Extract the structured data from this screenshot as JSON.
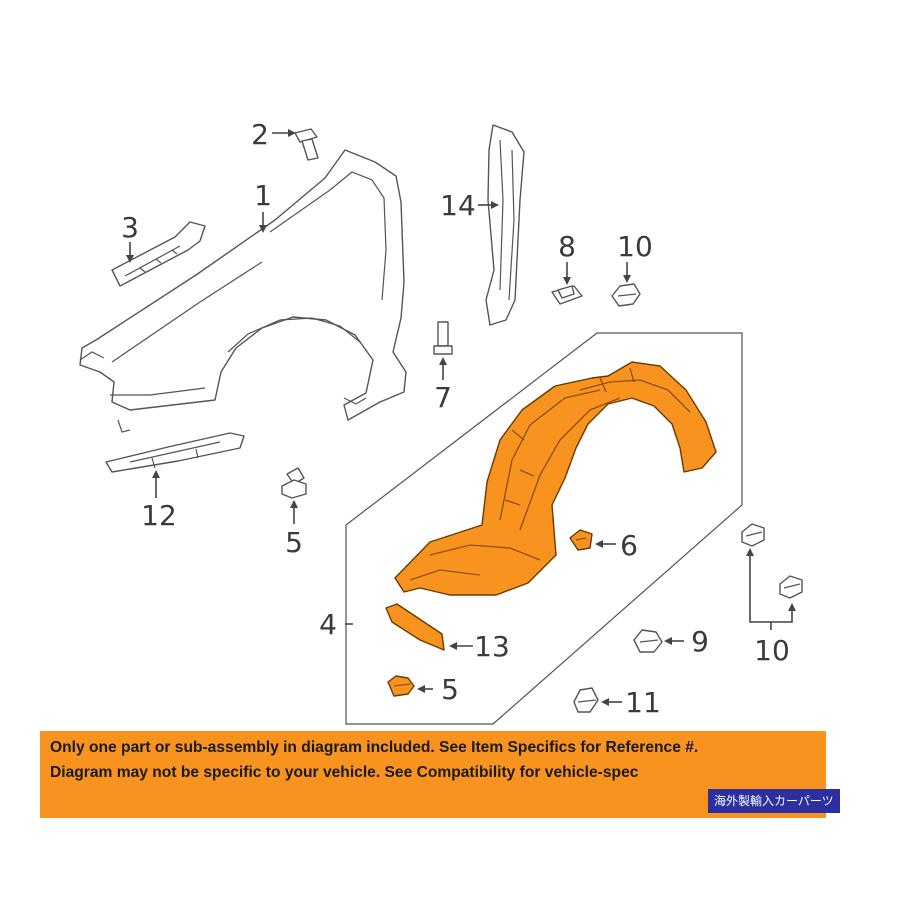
{
  "diagram": {
    "callouts": {
      "c1": "1",
      "c2": "2",
      "c3": "3",
      "c4": "4",
      "c5a": "5",
      "c5b": "5",
      "c6": "6",
      "c7": "7",
      "c8": "8",
      "c9": "9",
      "c10a": "10",
      "c10b": "10",
      "c11": "11",
      "c12": "12",
      "c13": "13",
      "c14": "14"
    },
    "colors": {
      "highlight": "#f7931e",
      "line": "#555555",
      "banner": "#f7931e",
      "shop_label_bg": "#2b2fa0"
    }
  },
  "disclaimer": {
    "line1": "Only one part or sub-assembly in diagram included. See Item Specifics for Reference #.",
    "line2": "Diagram may not be specific to your vehicle. See Compatibility for vehicle-spec"
  },
  "shop_label": "海外製輸入カーパーツ"
}
